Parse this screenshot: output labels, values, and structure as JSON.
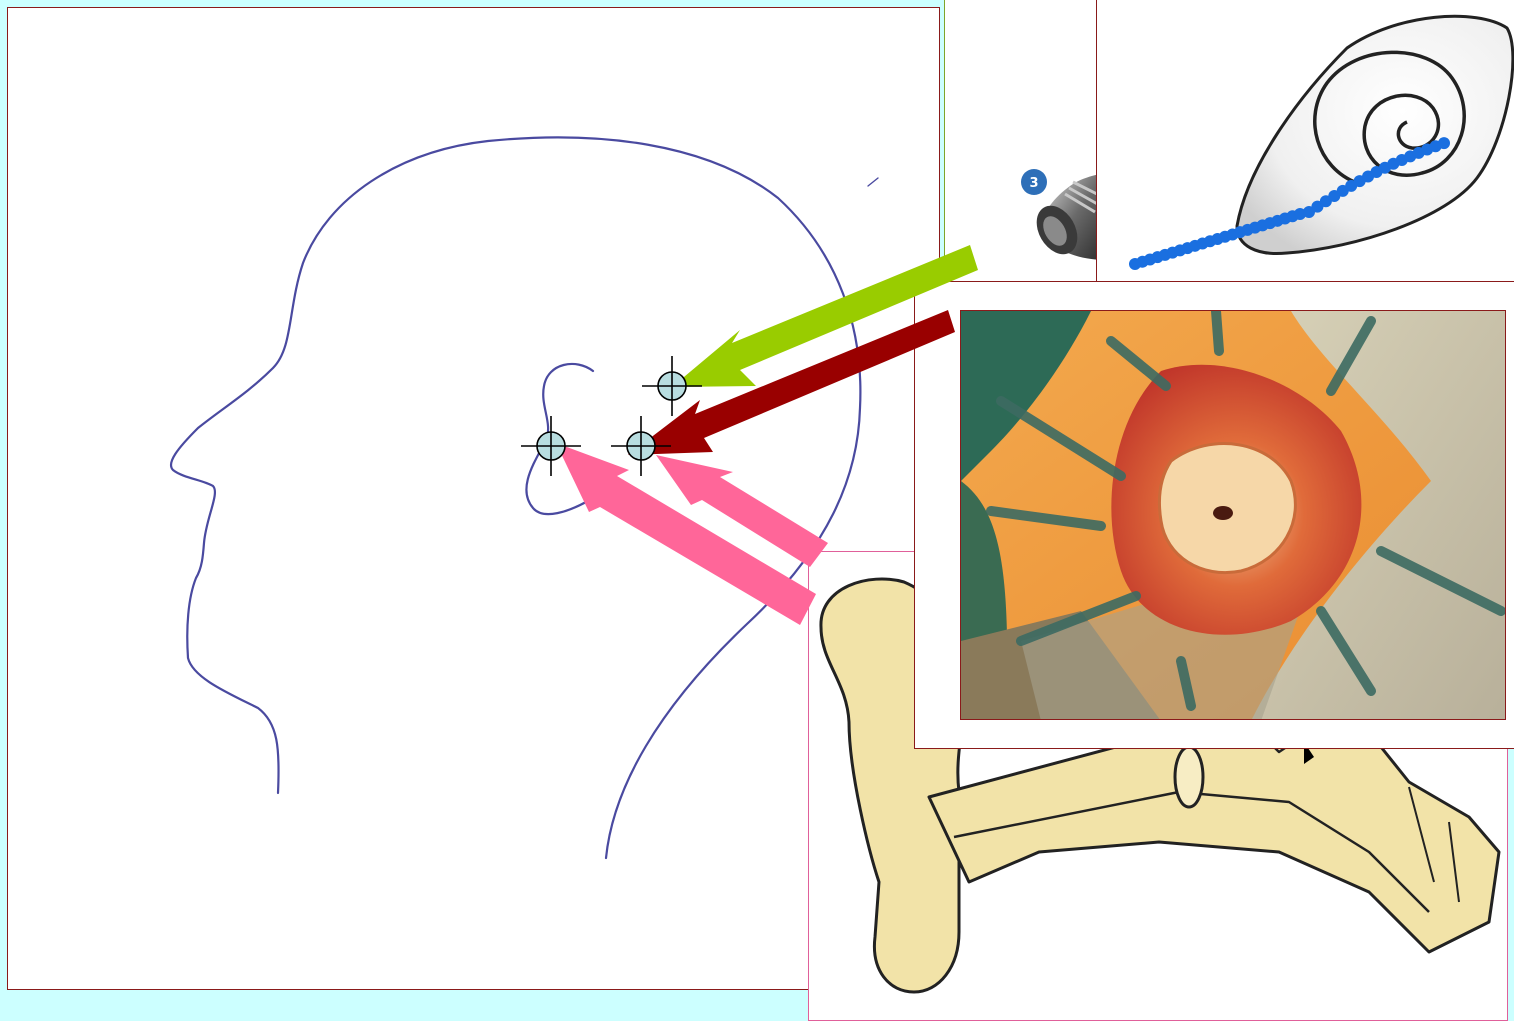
{
  "colors": {
    "background": "#ccffff",
    "head_outline": "#4a4aa0",
    "arrow_green": "#99cc00",
    "arrow_darkred": "#990000",
    "arrow_pink": "#ff6699",
    "crosshair_fill": "#b8dde0",
    "electrode_blue": "#1a6fe0",
    "ear_tissue": "#f2e3a8"
  },
  "implant": {
    "badge_number": "3",
    "icon": "receiver-stimulator-icon"
  },
  "markers": [
    "crosshair-marker",
    "crosshair-marker",
    "crosshair-marker"
  ]
}
